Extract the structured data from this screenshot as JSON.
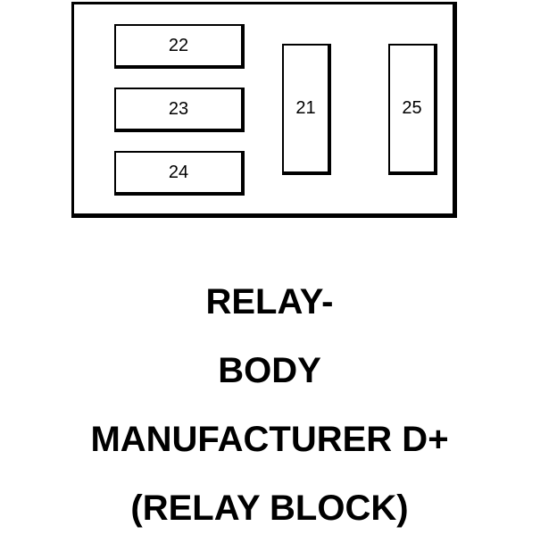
{
  "diagram": {
    "relays": {
      "r22": "22",
      "r23": "23",
      "r24": "24",
      "r21": "21",
      "r25": "25"
    },
    "caption_lines": [
      "RELAY-",
      "BODY",
      "MANUFACTURER D+",
      "(RELAY BLOCK)"
    ]
  }
}
